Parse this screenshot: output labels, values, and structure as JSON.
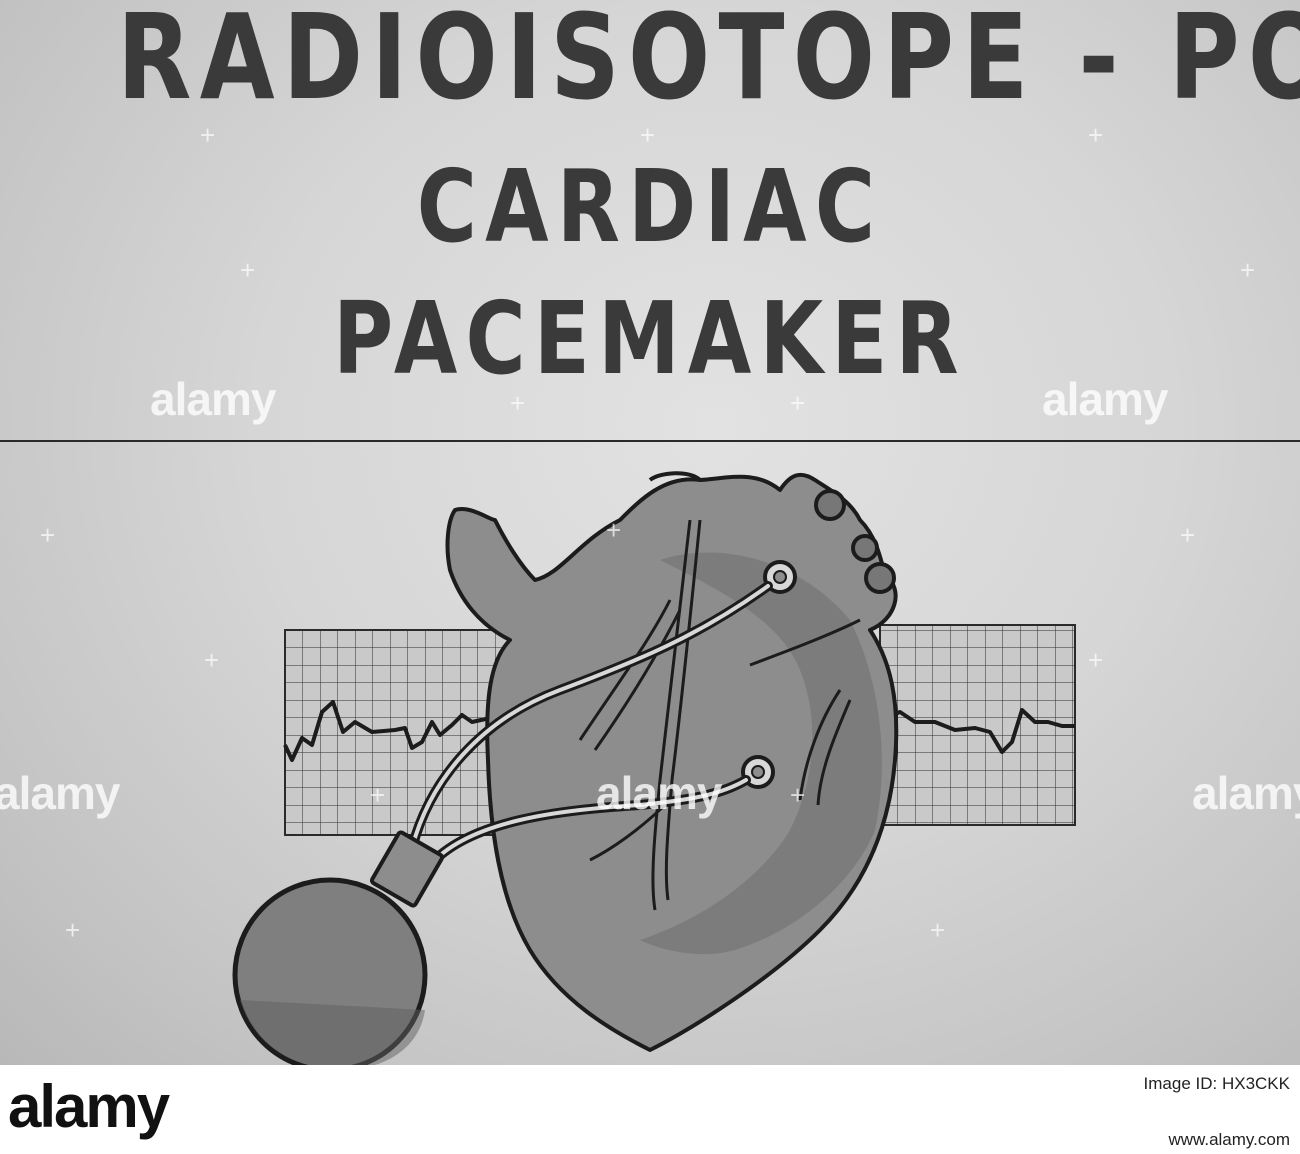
{
  "poster": {
    "title_line_1": "RADIOISOTOPE - POWER",
    "title_line_2": "CARDIAC",
    "title_line_3": "PACEMAKER",
    "colors": {
      "ink": "#3a3a3a",
      "heart_fill": "#8c8c8c",
      "heart_shade": "#6e6e6e",
      "chart_paper": "#c8c8c8",
      "battery_fill": "#7f7f7f"
    }
  },
  "watermark": {
    "text": "alamy"
  },
  "footer": {
    "logo": "alamy",
    "image_id": "Image ID: HX3CKK",
    "url": "www.alamy.com"
  }
}
